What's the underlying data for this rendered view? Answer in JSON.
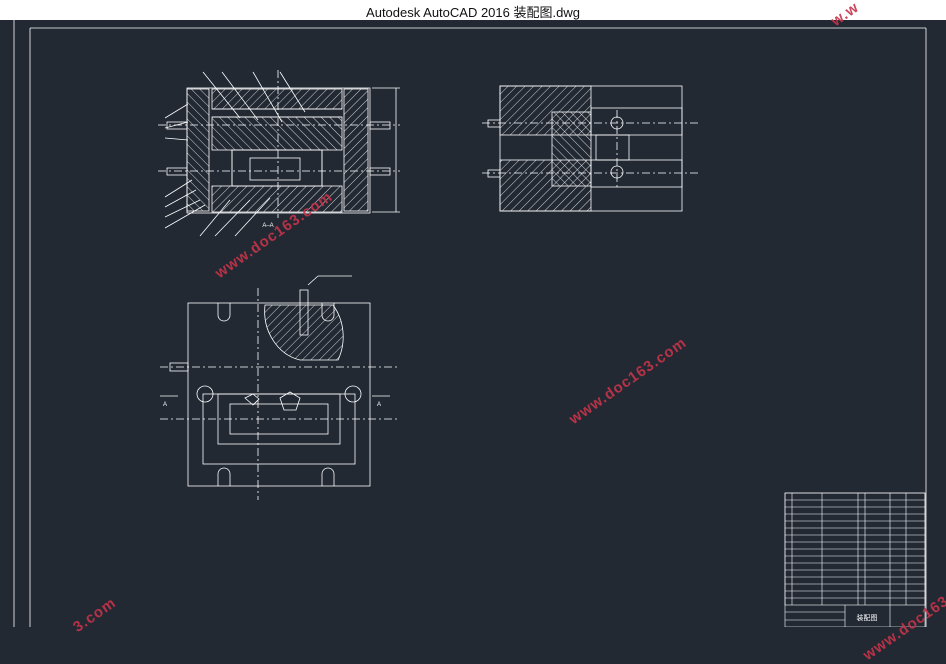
{
  "window": {
    "title": "Autodesk AutoCAD 2016     装配图.dwg"
  },
  "drawing": {
    "section_label": "A–A",
    "section_mark_left": "A",
    "section_mark_right": "A",
    "title_block_name": "装配图",
    "background_color": "#222933",
    "line_color": "#ffffff"
  },
  "watermarks": [
    "www.doc163.com",
    "www.doc163.com",
    "www.doc163.com",
    "w.w",
    "3.com"
  ]
}
